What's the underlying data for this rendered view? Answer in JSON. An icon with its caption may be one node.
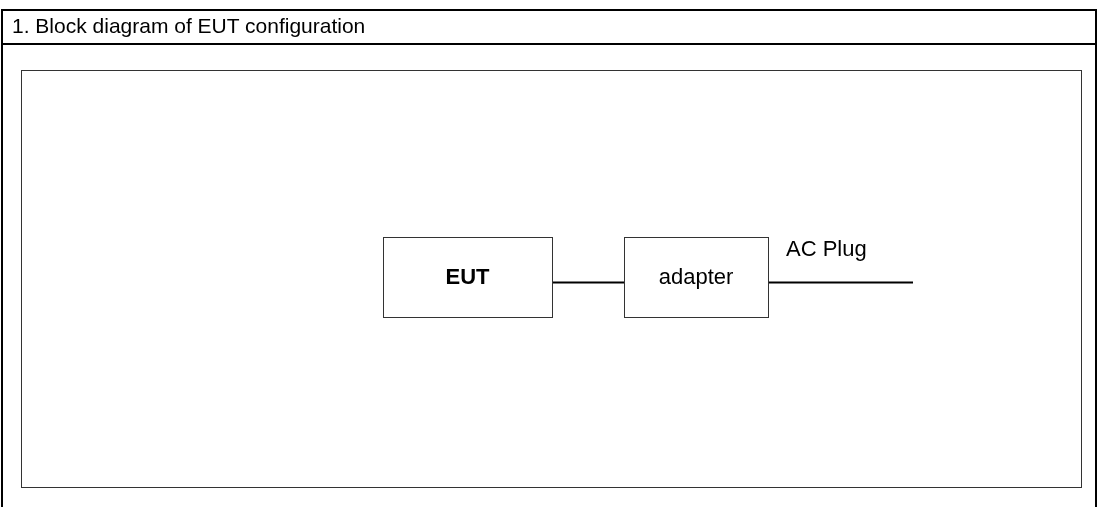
{
  "diagram": {
    "title": "1. Block diagram of EUT configuration",
    "nodes": [
      {
        "text": [],
        "shape": "box"
      },
      {
        "text": [
          "EUT"
        ],
        "in": 0
      },
      {
        "text": [
          "adapter"
        ],
        "in": 0
      }
    ],
    "edges": [
      {
        "from": 1,
        "to": 2,
        "arrow": "none"
      },
      {
        "from": 2,
        "to": null,
        "arrow": "none",
        "label": "AC Plug"
      }
    ]
  }
}
